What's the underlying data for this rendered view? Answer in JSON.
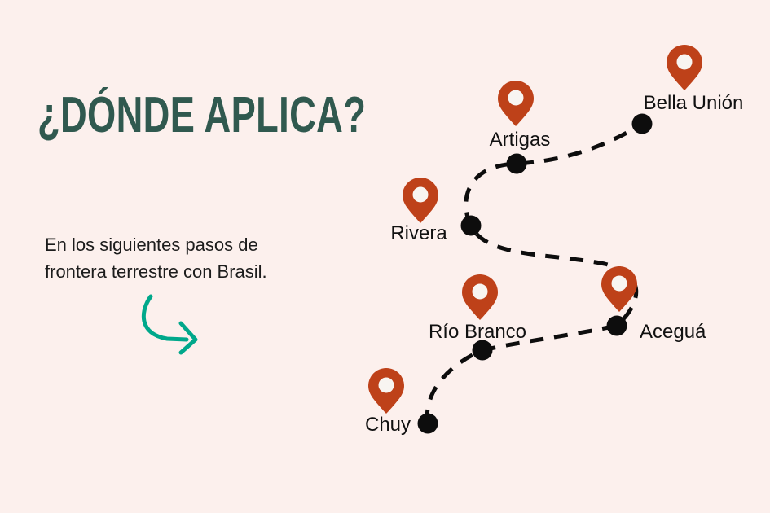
{
  "title": "¿DÓNDE APLICA?",
  "description": {
    "line1": "En los siguientes pasos de",
    "line2": "frontera terrestre con Brasil."
  },
  "colors": {
    "background": "#FCF0ED",
    "title": "#30594F",
    "body_text": "#1C1C1C",
    "label_text": "#111111",
    "pin": "#BE4119",
    "pin_inner": "#F8F5F1",
    "route": "#0D0D0D",
    "arrow": "#00A88B"
  },
  "map": {
    "locations": [
      {
        "label": "Bella Unión"
      },
      {
        "label": "Artigas"
      },
      {
        "label": "Rivera"
      },
      {
        "label": "Río Branco"
      },
      {
        "label": "Aceguá"
      },
      {
        "label": "Chuy"
      }
    ]
  }
}
